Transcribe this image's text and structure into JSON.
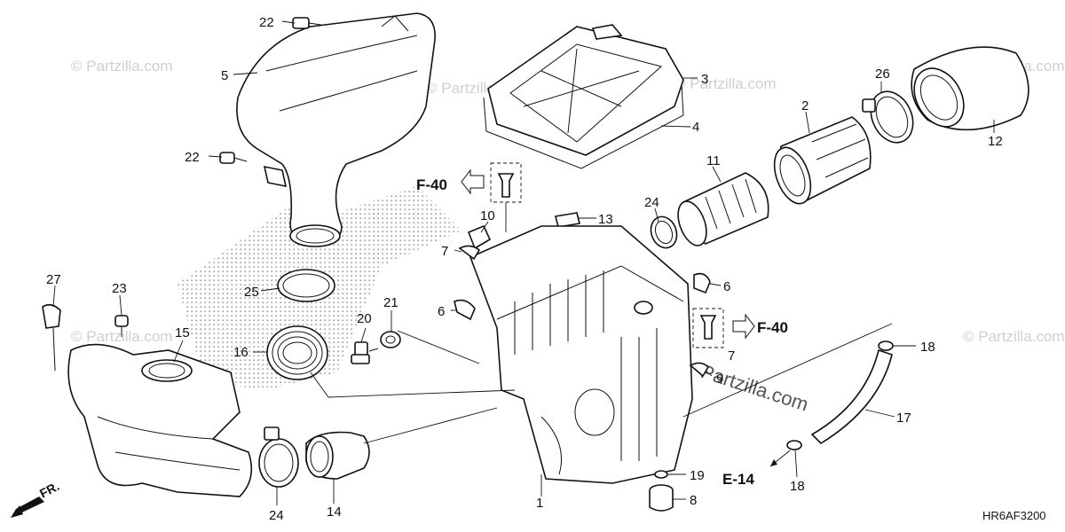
{
  "diagram_code": "HR6AF3200",
  "front_label": "FR.",
  "watermark_text": "© Partzilla.com",
  "watermark_inline": "Partzilla.com",
  "references": [
    "F-40",
    "F-40",
    "E-14"
  ],
  "callouts": {
    "c1": "1",
    "c2": "2",
    "c3": "3",
    "c4": "4",
    "c5": "5",
    "c6a": "6",
    "c6b": "6",
    "c7a": "7",
    "c7b": "7",
    "c8": "8",
    "c9": "9",
    "c10": "10",
    "c11": "11",
    "c12": "12",
    "c13": "13",
    "c14": "14",
    "c15": "15",
    "c16": "16",
    "c17": "17",
    "c18a": "18",
    "c18b": "18",
    "c19": "19",
    "c20": "20",
    "c21": "21",
    "c22a": "22",
    "c22b": "22",
    "c23": "23",
    "c24a": "24",
    "c24b": "24",
    "c25": "25",
    "c26": "26",
    "c27": "27"
  }
}
